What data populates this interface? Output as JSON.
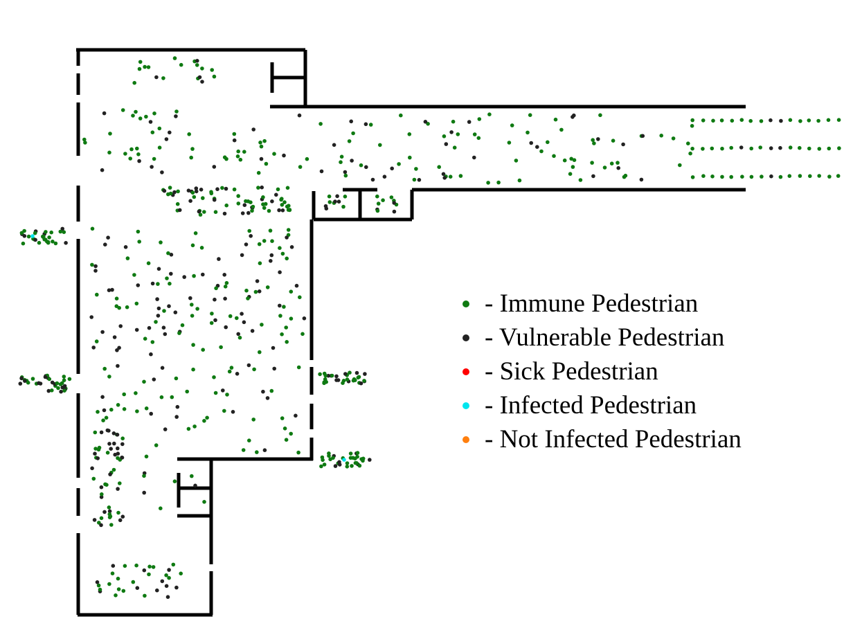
{
  "colors": {
    "immune": "#0f7a12",
    "vulnerable": "#222222",
    "sick": "#ff0000",
    "infected": "#00e5ee",
    "not_infected": "#ff7f0e",
    "wall": "#000000",
    "background": "#ffffff"
  },
  "legend": {
    "items": [
      {
        "key": "immune",
        "label": "- Immune Pedestrian"
      },
      {
        "key": "vulnerable",
        "label": "- Vulnerable Pedestrian"
      },
      {
        "key": "sick",
        "label": "- Sick Pedestrian"
      },
      {
        "key": "infected",
        "label": "- Infected Pedestrian"
      },
      {
        "key": "not_infected",
        "label": "- Not Infected Pedestrian"
      }
    ]
  }
}
